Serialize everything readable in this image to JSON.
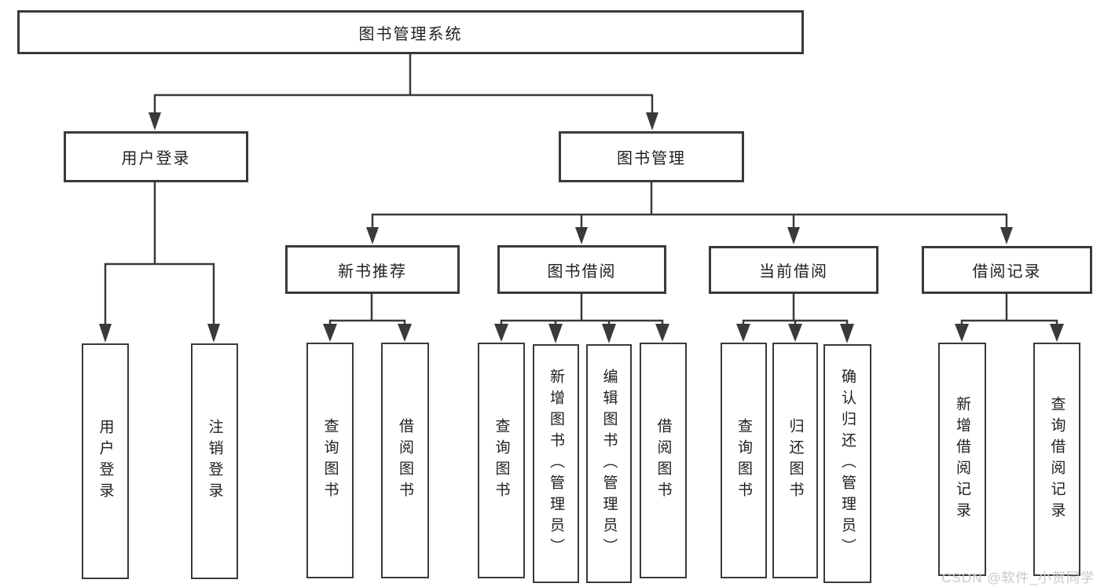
{
  "diagram": {
    "title": "图书管理系统",
    "nodes": {
      "root": "图书管理系统",
      "user_login": "用户登录",
      "book_mgmt": "图书管理",
      "new_book_rec": "新书推荐",
      "book_borrow": "图书借阅",
      "current_borrow": "当前借阅",
      "borrow_record": "借阅记录",
      "leaf_user_login": "用户登录",
      "leaf_logout": "注销登录",
      "leaf_nbr_query": "查询图书",
      "leaf_nbr_borrow": "借阅图书",
      "leaf_bb_query": "查询图书",
      "leaf_bb_add": "新增图书（管理员）",
      "leaf_bb_edit": "编辑图书（管理员）",
      "leaf_bb_borrow": "借阅图书",
      "leaf_cb_query": "查询图书",
      "leaf_cb_return": "归还图书",
      "leaf_cb_confirm": "确认归还（管理员）",
      "leaf_br_add": "新增借阅记录",
      "leaf_br_query": "查询借阅记录"
    },
    "edges": [
      [
        "root",
        "user_login"
      ],
      [
        "root",
        "book_mgmt"
      ],
      [
        "user_login",
        "leaf_user_login"
      ],
      [
        "user_login",
        "leaf_logout"
      ],
      [
        "book_mgmt",
        "new_book_rec"
      ],
      [
        "book_mgmt",
        "book_borrow"
      ],
      [
        "book_mgmt",
        "current_borrow"
      ],
      [
        "book_mgmt",
        "borrow_record"
      ],
      [
        "new_book_rec",
        "leaf_nbr_query"
      ],
      [
        "new_book_rec",
        "leaf_nbr_borrow"
      ],
      [
        "book_borrow",
        "leaf_bb_query"
      ],
      [
        "book_borrow",
        "leaf_bb_add"
      ],
      [
        "book_borrow",
        "leaf_bb_edit"
      ],
      [
        "book_borrow",
        "leaf_bb_borrow"
      ],
      [
        "current_borrow",
        "leaf_cb_query"
      ],
      [
        "current_borrow",
        "leaf_cb_return"
      ],
      [
        "current_borrow",
        "leaf_cb_confirm"
      ],
      [
        "borrow_record",
        "leaf_br_add"
      ],
      [
        "borrow_record",
        "leaf_br_query"
      ]
    ]
  },
  "watermark": {
    "text": "CSDN @软件_小贺同学"
  },
  "colors": {
    "line": "#3a3a3a",
    "box_border": "#3a3a3a",
    "text": "#1f1f1f",
    "watermark": "#c8c8c8",
    "background": "#ffffff"
  }
}
